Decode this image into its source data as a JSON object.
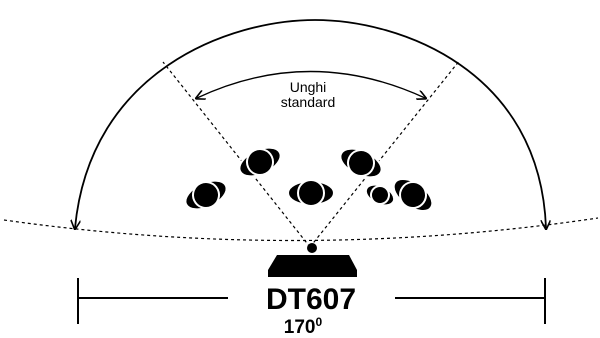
{
  "diagram": {
    "standard_label_line1": "Unghi",
    "standard_label_line2": "standard",
    "model": "DT607",
    "angle_value": "170",
    "angle_unit": "0"
  }
}
